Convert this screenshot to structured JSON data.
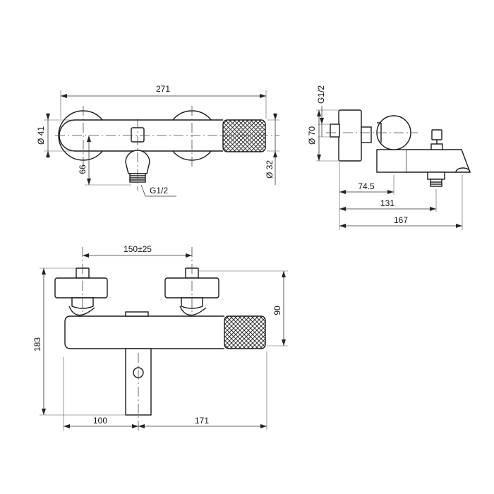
{
  "diagram": {
    "top_view": {
      "overall_width": "271",
      "dia_left": "Ø 41",
      "offset_66": "66",
      "dia_right": "Ø 32",
      "thread": "G1/2"
    },
    "side_view": {
      "thread": "G1/2",
      "dia": "Ø 70",
      "d_745": "74.5",
      "d_131": "131",
      "d_167": "167"
    },
    "front_view": {
      "center_distance": "150±25",
      "height_total": "183",
      "height_upper": "90",
      "left_offset": "100",
      "right_offset": "171"
    }
  }
}
